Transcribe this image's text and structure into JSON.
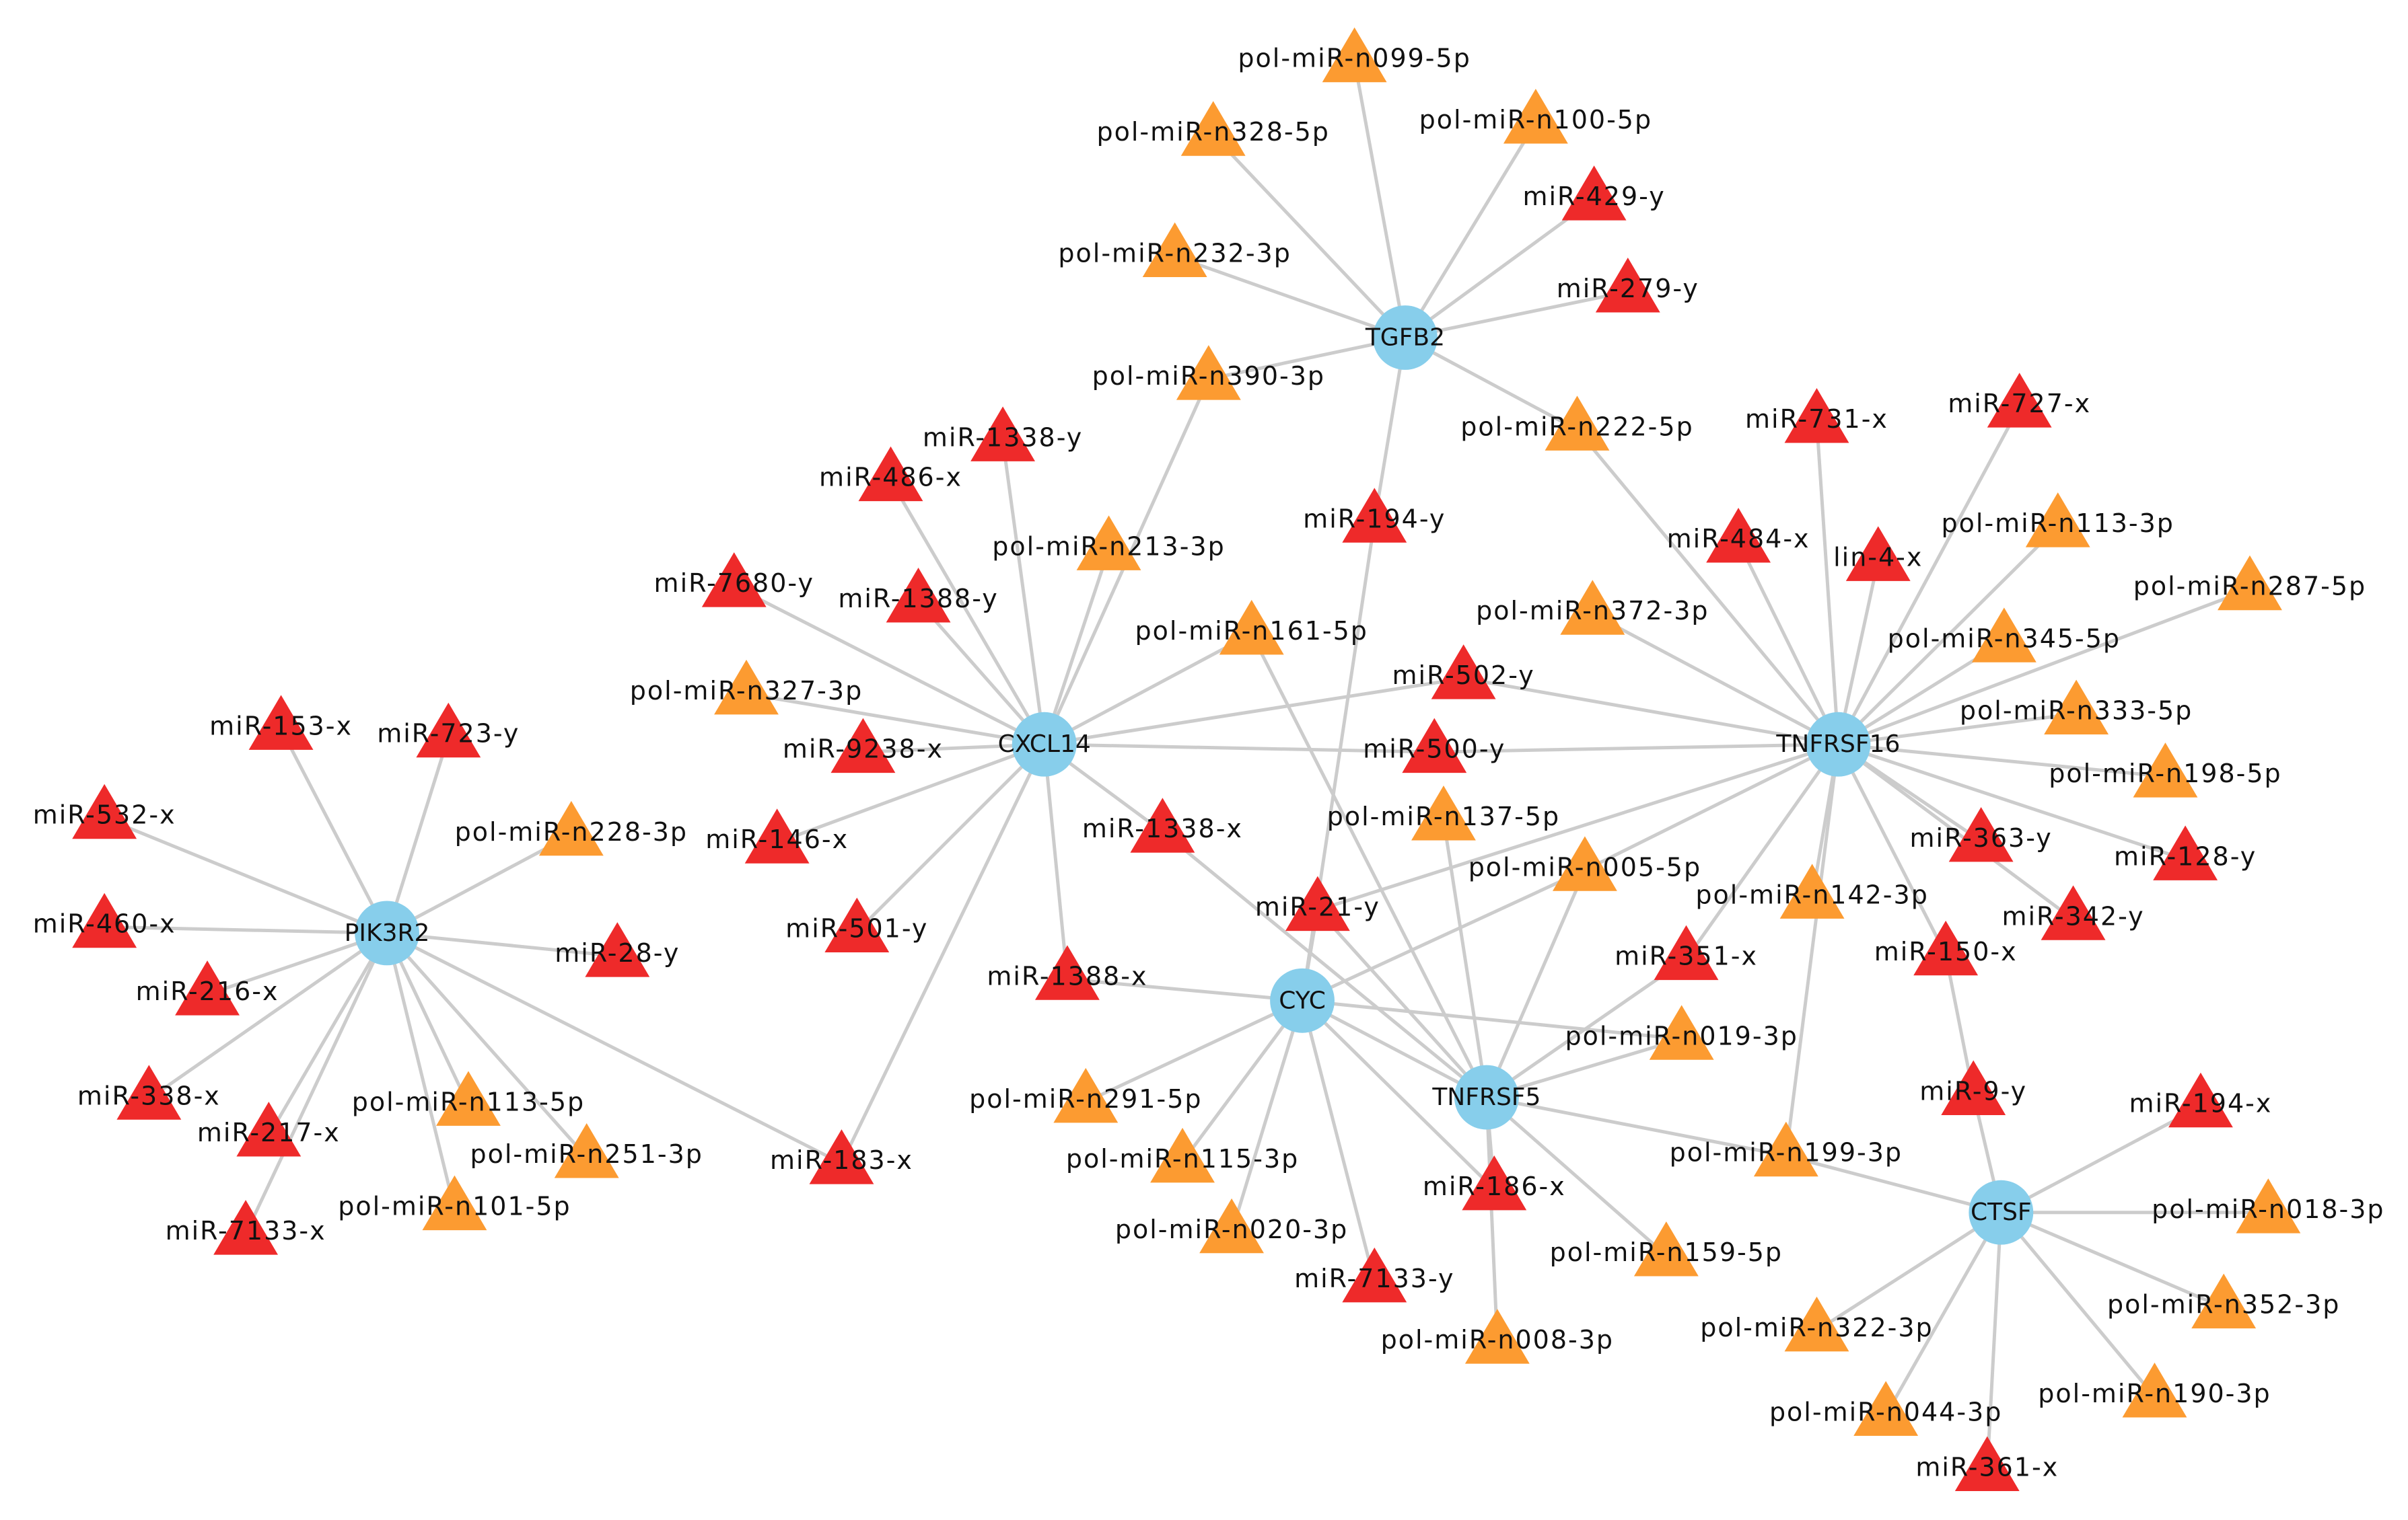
{
  "colors": {
    "gene": "#87ceeb",
    "known_mirna": "#ee2a2a",
    "novel_mirna": "#fc9b31",
    "edge": "#cccccc"
  },
  "genes": [
    "TGFB2",
    "CXCL14",
    "TNFRSF16",
    "PIK3R2",
    "CYC",
    "TNFRSF5",
    "CTSF"
  ],
  "mirnas": [
    "pol-miR-n099-5p",
    "pol-miR-n328-5p",
    "pol-miR-n100-5p",
    "miR-429-y",
    "pol-miR-n232-3p",
    "miR-279-y",
    "pol-miR-n390-3p",
    "pol-miR-n222-5p",
    "miR-1338-y",
    "miR-486-x",
    "miR-194-y",
    "pol-miR-n213-3p",
    "miR-7680-y",
    "miR-1388-y",
    "pol-miR-n161-5p",
    "pol-miR-n327-3p",
    "miR-9238-x",
    "miR-153-x",
    "miR-723-y",
    "miR-532-x",
    "pol-miR-n228-3p",
    "miR-146-x",
    "miR-460-x",
    "miR-28-y",
    "miR-501-y",
    "miR-216-x",
    "miR-338-x",
    "miR-217-x",
    "pol-miR-n113-5p",
    "pol-miR-n251-3p",
    "pol-miR-n101-5p",
    "miR-7133-x",
    "miR-183-x",
    "miR-1388-x",
    "miR-1338-x",
    "miR-21-y",
    "pol-miR-n291-5p",
    "pol-miR-n115-3p",
    "pol-miR-n020-3p",
    "miR-7133-y",
    "miR-502-y",
    "miR-500-y",
    "pol-miR-n137-5p",
    "pol-miR-n372-3p",
    "pol-miR-n005-5p",
    "miR-186-x",
    "pol-miR-n008-3p",
    "pol-miR-n019-3p",
    "pol-miR-n159-5p",
    "pol-miR-n199-3p",
    "miR-731-x",
    "miR-727-x",
    "miR-484-x",
    "lin-4-x",
    "pol-miR-n113-3p",
    "pol-miR-n287-5p",
    "pol-miR-n345-5p",
    "pol-miR-n333-5p",
    "pol-miR-n198-5p",
    "miR-363-y",
    "miR-128-y",
    "pol-miR-n142-3p",
    "miR-342-y",
    "miR-351-x",
    "miR-150-x",
    "miR-9-y",
    "miR-194-x",
    "pol-miR-n018-3p",
    "pol-miR-n352-3p",
    "pol-miR-n322-3p",
    "pol-miR-n044-3p",
    "pol-miR-n190-3p",
    "miR-361-x"
  ],
  "edges": [
    [
      "TGFB2",
      "pol-miR-n099-5p"
    ],
    [
      "TGFB2",
      "pol-miR-n328-5p"
    ],
    [
      "TGFB2",
      "pol-miR-n100-5p"
    ],
    [
      "TGFB2",
      "miR-429-y"
    ],
    [
      "TGFB2",
      "pol-miR-n232-3p"
    ],
    [
      "TGFB2",
      "miR-279-y"
    ],
    [
      "TGFB2",
      "pol-miR-n390-3p"
    ],
    [
      "TGFB2",
      "pol-miR-n222-5p"
    ],
    [
      "TGFB2",
      "miR-194-y"
    ],
    [
      "CXCL14",
      "pol-miR-n390-3p"
    ],
    [
      "CXCL14",
      "miR-1338-y"
    ],
    [
      "CXCL14",
      "miR-486-x"
    ],
    [
      "CXCL14",
      "pol-miR-n213-3p"
    ],
    [
      "CXCL14",
      "miR-7680-y"
    ],
    [
      "CXCL14",
      "miR-1388-y"
    ],
    [
      "CXCL14",
      "pol-miR-n161-5p"
    ],
    [
      "CXCL14",
      "pol-miR-n327-3p"
    ],
    [
      "CXCL14",
      "miR-9238-x"
    ],
    [
      "CXCL14",
      "miR-146-x"
    ],
    [
      "CXCL14",
      "miR-501-y"
    ],
    [
      "CXCL14",
      "miR-183-x"
    ],
    [
      "CXCL14",
      "miR-1388-x"
    ],
    [
      "CXCL14",
      "miR-1338-x"
    ],
    [
      "CXCL14",
      "miR-502-y"
    ],
    [
      "CXCL14",
      "miR-500-y"
    ],
    [
      "PIK3R2",
      "miR-153-x"
    ],
    [
      "PIK3R2",
      "miR-723-y"
    ],
    [
      "PIK3R2",
      "miR-532-x"
    ],
    [
      "PIK3R2",
      "pol-miR-n228-3p"
    ],
    [
      "PIK3R2",
      "miR-460-x"
    ],
    [
      "PIK3R2",
      "miR-28-y"
    ],
    [
      "PIK3R2",
      "miR-216-x"
    ],
    [
      "PIK3R2",
      "miR-338-x"
    ],
    [
      "PIK3R2",
      "miR-217-x"
    ],
    [
      "PIK3R2",
      "pol-miR-n113-5p"
    ],
    [
      "PIK3R2",
      "pol-miR-n251-3p"
    ],
    [
      "PIK3R2",
      "pol-miR-n101-5p"
    ],
    [
      "PIK3R2",
      "miR-7133-x"
    ],
    [
      "PIK3R2",
      "miR-183-x"
    ],
    [
      "TNFRSF16",
      "pol-miR-n222-5p"
    ],
    [
      "TNFRSF16",
      "miR-731-x"
    ],
    [
      "TNFRSF16",
      "miR-727-x"
    ],
    [
      "TNFRSF16",
      "miR-484-x"
    ],
    [
      "TNFRSF16",
      "lin-4-x"
    ],
    [
      "TNFRSF16",
      "pol-miR-n113-3p"
    ],
    [
      "TNFRSF16",
      "pol-miR-n287-5p"
    ],
    [
      "TNFRSF16",
      "pol-miR-n345-5p"
    ],
    [
      "TNFRSF16",
      "pol-miR-n333-5p"
    ],
    [
      "TNFRSF16",
      "pol-miR-n198-5p"
    ],
    [
      "TNFRSF16",
      "miR-363-y"
    ],
    [
      "TNFRSF16",
      "miR-128-y"
    ],
    [
      "TNFRSF16",
      "pol-miR-n142-3p"
    ],
    [
      "TNFRSF16",
      "miR-342-y"
    ],
    [
      "TNFRSF16",
      "miR-351-x"
    ],
    [
      "TNFRSF16",
      "miR-150-x"
    ],
    [
      "TNFRSF16",
      "pol-miR-n372-3p"
    ],
    [
      "TNFRSF16",
      "miR-502-y"
    ],
    [
      "TNFRSF16",
      "miR-500-y"
    ],
    [
      "TNFRSF16",
      "pol-miR-n005-5p"
    ],
    [
      "TNFRSF16",
      "miR-21-y"
    ],
    [
      "TNFRSF16",
      "pol-miR-n199-3p"
    ],
    [
      "CYC",
      "miR-194-y"
    ],
    [
      "CYC",
      "pol-miR-n291-5p"
    ],
    [
      "CYC",
      "pol-miR-n115-3p"
    ],
    [
      "CYC",
      "pol-miR-n020-3p"
    ],
    [
      "CYC",
      "miR-7133-y"
    ],
    [
      "CYC",
      "miR-186-x"
    ],
    [
      "CYC",
      "pol-miR-n019-3p"
    ],
    [
      "CYC",
      "miR-21-y"
    ],
    [
      "CYC",
      "pol-miR-n005-5p"
    ],
    [
      "CYC",
      "miR-1388-x"
    ],
    [
      "TNFRSF5",
      "pol-miR-n161-5p"
    ],
    [
      "TNFRSF5",
      "pol-miR-n137-5p"
    ],
    [
      "TNFRSF5",
      "miR-1338-x"
    ],
    [
      "TNFRSF5",
      "miR-21-y"
    ],
    [
      "TNFRSF5",
      "pol-miR-n005-5p"
    ],
    [
      "TNFRSF5",
      "miR-351-x"
    ],
    [
      "TNFRSF5",
      "pol-miR-n019-3p"
    ],
    [
      "TNFRSF5",
      "pol-miR-n159-5p"
    ],
    [
      "TNFRSF5",
      "pol-miR-n199-3p"
    ],
    [
      "TNFRSF5",
      "miR-186-x"
    ],
    [
      "TNFRSF5",
      "pol-miR-n008-3p"
    ],
    [
      "TNFRSF5",
      "CYC"
    ],
    [
      "CTSF",
      "miR-9-y"
    ],
    [
      "CTSF",
      "miR-194-x"
    ],
    [
      "CTSF",
      "pol-miR-n018-3p"
    ],
    [
      "CTSF",
      "pol-miR-n352-3p"
    ],
    [
      "CTSF",
      "pol-miR-n322-3p"
    ],
    [
      "CTSF",
      "pol-miR-n044-3p"
    ],
    [
      "CTSF",
      "pol-miR-n190-3p"
    ],
    [
      "CTSF",
      "miR-361-x"
    ],
    [
      "CTSF",
      "pol-miR-n199-3p"
    ],
    [
      "miR-150-x",
      "miR-9-y"
    ]
  ]
}
